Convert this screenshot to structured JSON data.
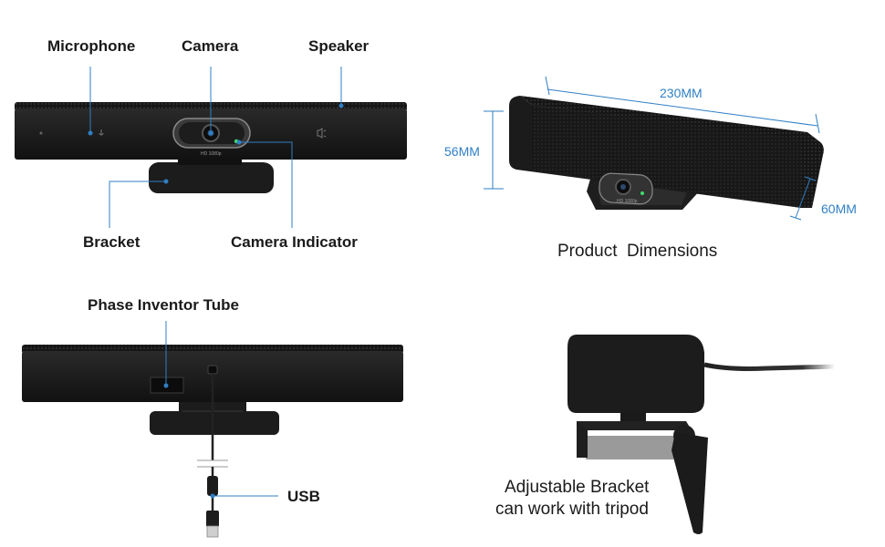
{
  "callouts": {
    "microphone": "Microphone",
    "camera": "Camera",
    "speaker": "Speaker",
    "bracket": "Bracket",
    "camera_indicator": "Camera Indicator",
    "phase_inventor_tube": "Phase Inventor Tube",
    "usb": "USB"
  },
  "dimensions": {
    "width": "230MM",
    "height": "56MM",
    "depth": "60MM",
    "caption": "Product  Dimensions"
  },
  "lens_text": "HD 1080p",
  "adjustable_caption": {
    "line1": "Adjustable Bracket",
    "line2": "can work with tripod"
  },
  "colors": {
    "leader_line": "#2f7fc4",
    "dimension_text": "#2f7fc4",
    "device_body": "#1c1c1c",
    "label_text": "#1a1a1a",
    "indicator_led": "#3ddc6a"
  }
}
